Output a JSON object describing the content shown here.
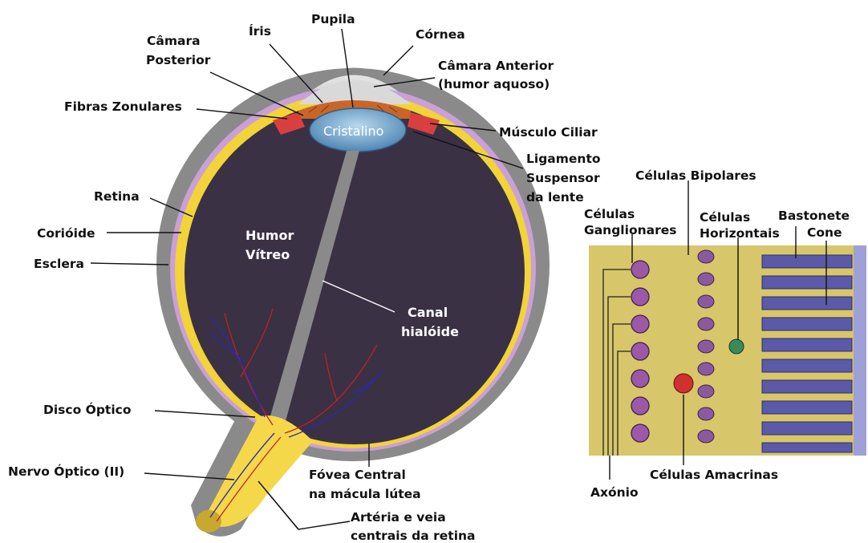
{
  "eye": {
    "labels": {
      "pupila": "Pupila",
      "iris": "Íris",
      "camara_posterior_1": "Câmara",
      "camara_posterior_2": "Posterior",
      "cornea": "Córnea",
      "camara_anterior_1": "Câmara Anterior",
      "camara_anterior_2": "(humor aquoso)",
      "fibras_zonulares": "Fibras Zonulares",
      "cristalino": "Cristalino",
      "musculo_ciliar": "Músculo Ciliar",
      "ligamento_1": "Ligamento",
      "ligamento_2": "Suspensor",
      "ligamento_3": "da lente",
      "retina": "Retina",
      "corioide": "Corióide",
      "esclera": "Esclera",
      "humor_vitreo_1": "Humor",
      "humor_vitreo_2": "Vítreo",
      "canal_1": "Canal",
      "canal_2": "hialóide",
      "disco_optico": "Disco Óptico",
      "nervo_optico": "Nervo Óptico (II)",
      "fovea_1": "Fóvea Central",
      "fovea_2": "na mácula lútea",
      "arteria_1": "Artéria e veia",
      "arteria_2": "centrais da retina"
    }
  },
  "retina_detail": {
    "labels": {
      "bipolares": "Células Bipolares",
      "ganglionares_1": "Células",
      "ganglionares_2": "Ganglionares",
      "horizontais_1": "Células",
      "horizontais_2": "Horizontais",
      "bastonete": "Bastonete",
      "cone": "Cone",
      "amacrinas": "Células Amacrinas",
      "axonio": "Axónio"
    }
  },
  "colors": {
    "sclera": "#8a8a8a",
    "choroid": "#c9a0d8",
    "retina": "#f2d33a",
    "vitreous": "#3a3145",
    "lens": "#6aa0c8",
    "iris": "#c8662a",
    "ciliary": "#d84040",
    "optic_nerve": "#f5d84a",
    "tissue_bg": "#d8c66a",
    "rod": "#5a5aa8"
  }
}
